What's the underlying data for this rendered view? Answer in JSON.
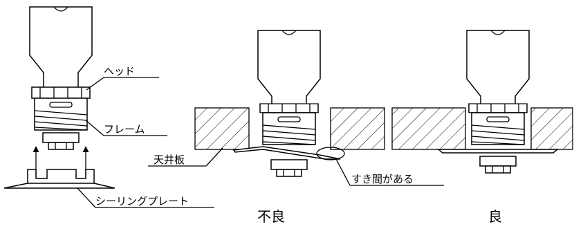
{
  "labels": {
    "head": "ヘッド",
    "frame": "フレーム",
    "ceiling_board": "天井板",
    "sealing_plate": "シーリングプレート",
    "gap": "すき間がある"
  },
  "captions": {
    "bad": "不良",
    "good": "良"
  }
}
